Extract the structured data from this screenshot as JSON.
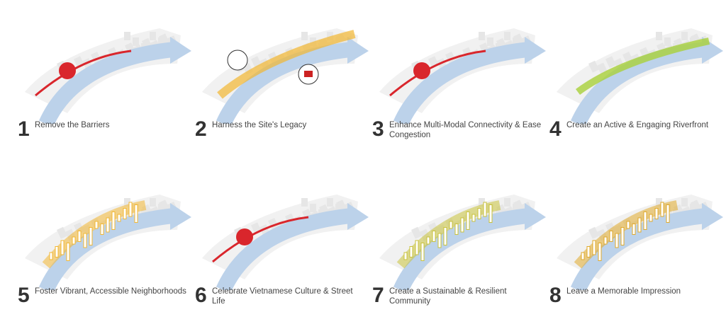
{
  "principles": [
    {
      "number": "1",
      "title": "Remove the Barriers",
      "accent": "#d9262c"
    },
    {
      "number": "2",
      "title": "Harness the Site's Legacy",
      "accent": "#f2b731"
    },
    {
      "number": "3",
      "title": "Enhance Multi-Modal Connectivity & Ease Congestion",
      "accent": "#d9262c"
    },
    {
      "number": "4",
      "title": "Create an Active & Engaging Riverfront",
      "accent": "#a9d13a"
    },
    {
      "number": "5",
      "title": "Foster Vibrant, Accessible Neighborhoods",
      "accent": "#f2b731"
    },
    {
      "number": "6",
      "title": "Celebrate Vietnamese Culture & Street Life",
      "accent": "#d9262c"
    },
    {
      "number": "7",
      "title": "Create a Sustainable & Resilient Community",
      "accent": "#c9c23a"
    },
    {
      "number": "8",
      "title": "Leave a Memorable Impression",
      "accent": "#e0a92a"
    }
  ],
  "colors": {
    "river": "#bcd2ea",
    "blocks": "#e6e6e6",
    "text": "#333333"
  }
}
